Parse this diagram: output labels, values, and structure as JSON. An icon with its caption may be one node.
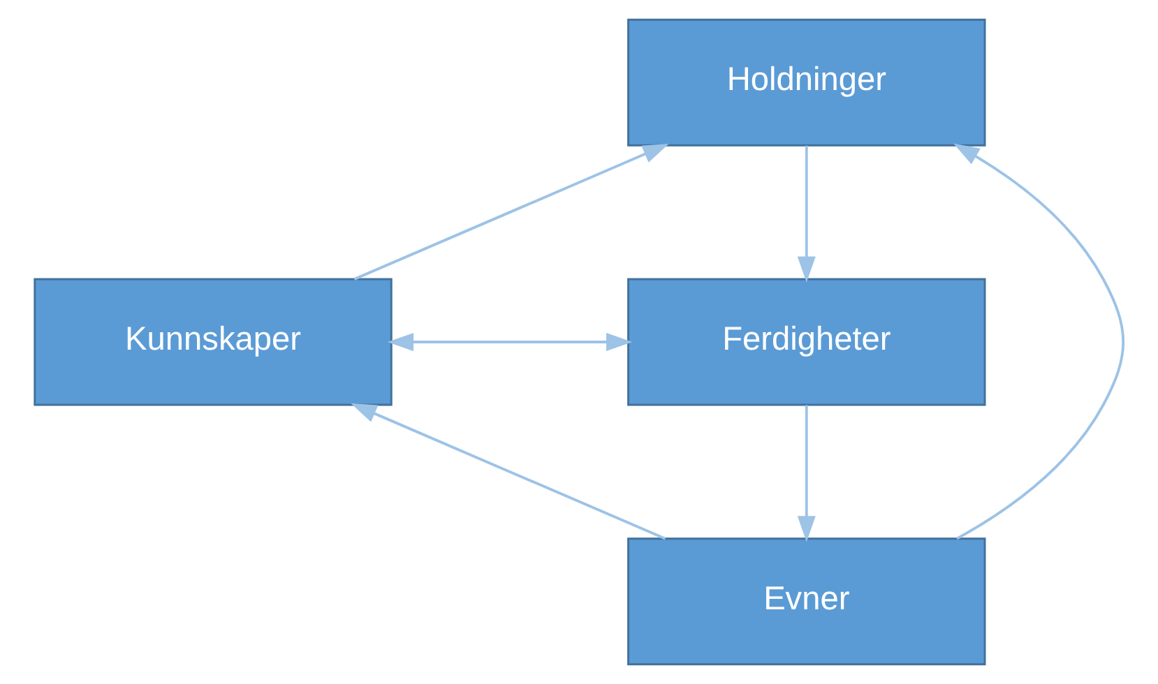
{
  "diagram": {
    "nodes": [
      {
        "text": [
          "Holdninger"
        ]
      },
      {
        "text": [
          "Kunnskaper"
        ]
      },
      {
        "text": [
          "Ferdigheter"
        ]
      },
      {
        "text": [
          "Evner"
        ]
      }
    ],
    "edges": [
      {
        "from": 1,
        "to": 0,
        "arrow": "to"
      },
      {
        "from": 0,
        "to": 2,
        "arrow": "to"
      },
      {
        "from": 2,
        "to": 3,
        "arrow": "to"
      },
      {
        "from": 3,
        "to": 1,
        "arrow": "to"
      },
      {
        "from": 3,
        "to": 0,
        "arrow": "to"
      },
      {
        "from": 1,
        "to": 2,
        "arrow": "both"
      }
    ]
  }
}
